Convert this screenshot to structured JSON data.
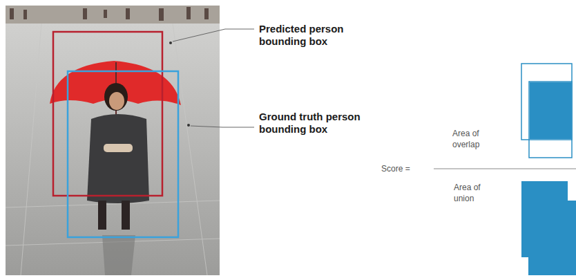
{
  "diagram": {
    "labels": [
      "Predicted person bounding box",
      "Ground truth person bounding box",
      "Area of overlap",
      "Score =",
      "Area of union"
    ]
  }
}
